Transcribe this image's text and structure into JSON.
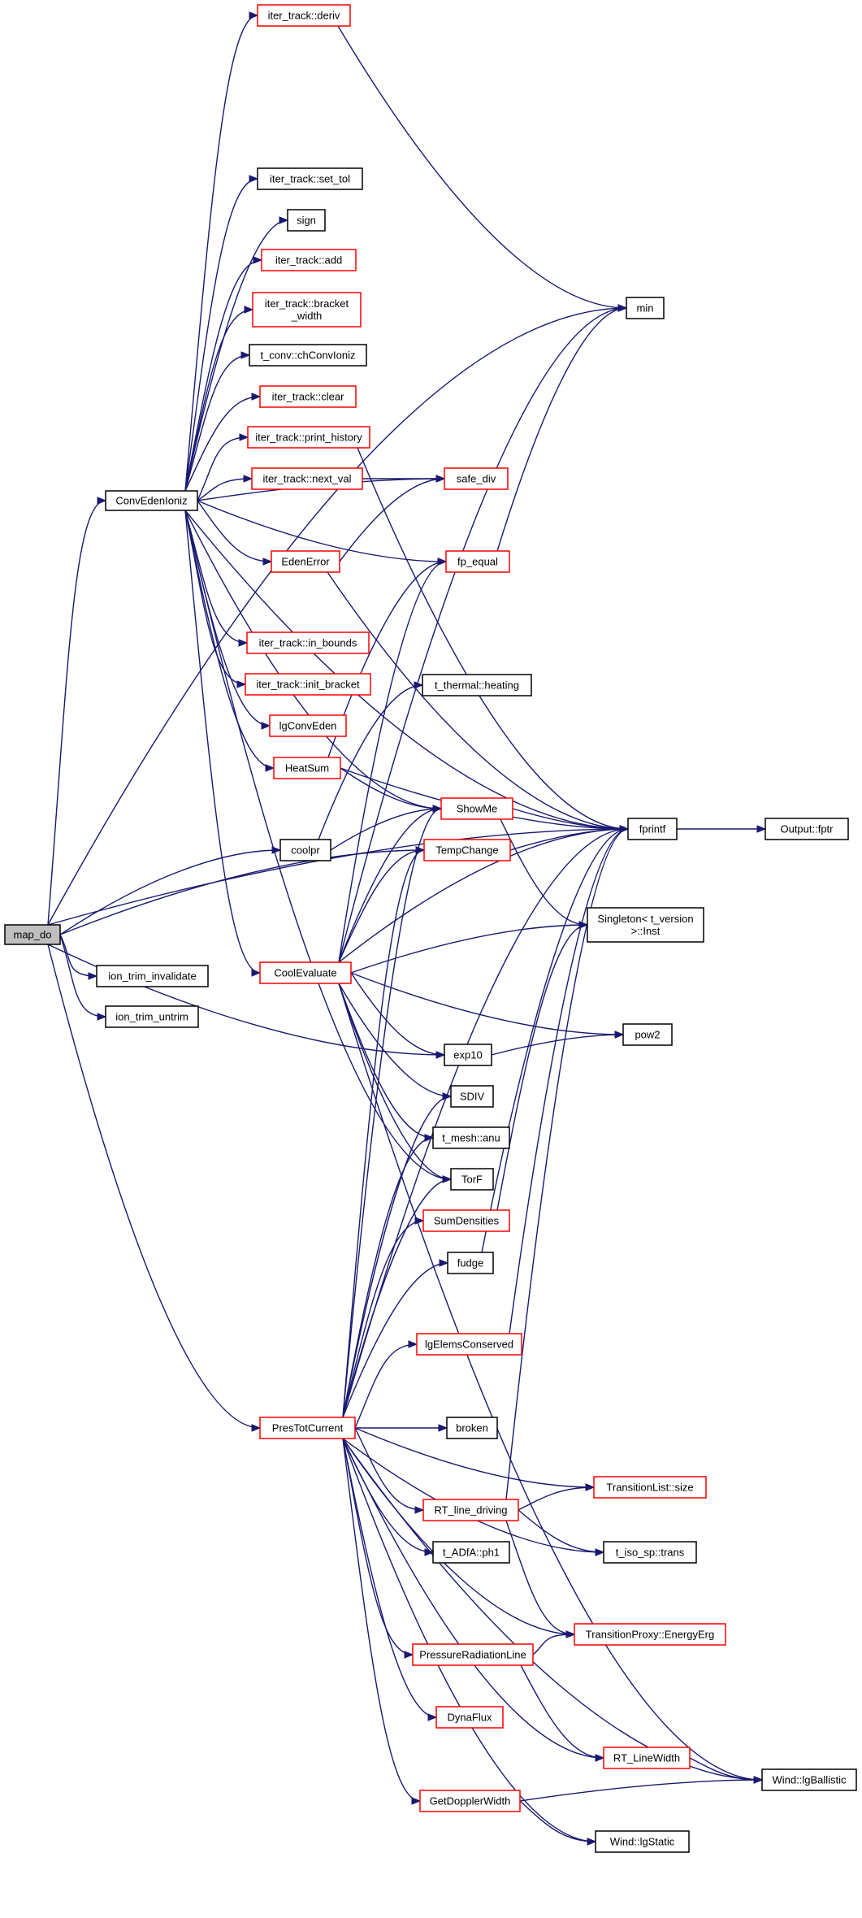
{
  "graph": {
    "nodes": [
      {
        "id": "map_do",
        "lines": [
          "map_do"
        ],
        "style": "root"
      },
      {
        "id": "iter_deriv",
        "lines": [
          "iter_track::deriv"
        ],
        "style": "red"
      },
      {
        "id": "iter_set_tol",
        "lines": [
          "iter_track::set_tol"
        ],
        "style": "black"
      },
      {
        "id": "sign",
        "lines": [
          "sign"
        ],
        "style": "black"
      },
      {
        "id": "iter_add",
        "lines": [
          "iter_track::add"
        ],
        "style": "red"
      },
      {
        "id": "iter_bracket_width",
        "lines": [
          "iter_track::bracket",
          "_width"
        ],
        "style": "red"
      },
      {
        "id": "tconv",
        "lines": [
          "t_conv::chConvIoniz"
        ],
        "style": "black"
      },
      {
        "id": "iter_clear",
        "lines": [
          "iter_track::clear"
        ],
        "style": "red"
      },
      {
        "id": "iter_print_history",
        "lines": [
          "iter_track::print_history"
        ],
        "style": "red"
      },
      {
        "id": "iter_next_val",
        "lines": [
          "iter_track::next_val"
        ],
        "style": "red"
      },
      {
        "id": "ConvEdenIoniz",
        "lines": [
          "ConvEdenIoniz"
        ],
        "style": "black"
      },
      {
        "id": "EdenError",
        "lines": [
          "EdenError"
        ],
        "style": "red"
      },
      {
        "id": "iter_in_bounds",
        "lines": [
          "iter_track::in_bounds"
        ],
        "style": "red"
      },
      {
        "id": "iter_init_bracket",
        "lines": [
          "iter_track::init_bracket"
        ],
        "style": "red"
      },
      {
        "id": "lgConvEden",
        "lines": [
          "lgConvEden"
        ],
        "style": "red"
      },
      {
        "id": "HeatSum",
        "lines": [
          "HeatSum"
        ],
        "style": "red"
      },
      {
        "id": "coolpr",
        "lines": [
          "coolpr"
        ],
        "style": "black"
      },
      {
        "id": "ion_trim_invalidate",
        "lines": [
          "ion_trim_invalidate"
        ],
        "style": "black"
      },
      {
        "id": "ion_trim_untrim",
        "lines": [
          "ion_trim_untrim"
        ],
        "style": "black"
      },
      {
        "id": "CoolEvaluate",
        "lines": [
          "CoolEvaluate"
        ],
        "style": "red"
      },
      {
        "id": "PresTotCurrent",
        "lines": [
          "PresTotCurrent"
        ],
        "style": "red"
      },
      {
        "id": "min",
        "lines": [
          "min"
        ],
        "style": "black"
      },
      {
        "id": "safe_div",
        "lines": [
          "safe_div"
        ],
        "style": "red"
      },
      {
        "id": "fp_equal",
        "lines": [
          "fp_equal"
        ],
        "style": "red"
      },
      {
        "id": "t_thermal_heating",
        "lines": [
          "t_thermal::heating"
        ],
        "style": "black"
      },
      {
        "id": "ShowMe",
        "lines": [
          "ShowMe"
        ],
        "style": "red"
      },
      {
        "id": "TempChange",
        "lines": [
          "TempChange"
        ],
        "style": "red"
      },
      {
        "id": "fprintf",
        "lines": [
          "fprintf"
        ],
        "style": "black"
      },
      {
        "id": "Output_fptr",
        "lines": [
          "Output::fptr"
        ],
        "style": "black"
      },
      {
        "id": "Singleton",
        "lines": [
          "Singleton< t_version",
          ">::Inst"
        ],
        "style": "black"
      },
      {
        "id": "exp10",
        "lines": [
          "exp10"
        ],
        "style": "black"
      },
      {
        "id": "pow2",
        "lines": [
          "pow2"
        ],
        "style": "black"
      },
      {
        "id": "SDIV",
        "lines": [
          "SDIV"
        ],
        "style": "black"
      },
      {
        "id": "t_mesh_anu",
        "lines": [
          "t_mesh::anu"
        ],
        "style": "black"
      },
      {
        "id": "TorF",
        "lines": [
          "TorF"
        ],
        "style": "black"
      },
      {
        "id": "SumDensities",
        "lines": [
          "SumDensities"
        ],
        "style": "red"
      },
      {
        "id": "fudge",
        "lines": [
          "fudge"
        ],
        "style": "black"
      },
      {
        "id": "lgElemsConserved",
        "lines": [
          "lgElemsConserved"
        ],
        "style": "red"
      },
      {
        "id": "broken",
        "lines": [
          "broken"
        ],
        "style": "black"
      },
      {
        "id": "TransitionList_size",
        "lines": [
          "TransitionList::size"
        ],
        "style": "red"
      },
      {
        "id": "RT_line_driving",
        "lines": [
          "RT_line_driving"
        ],
        "style": "red"
      },
      {
        "id": "t_ADfA_ph1",
        "lines": [
          "t_ADfA::ph1"
        ],
        "style": "black"
      },
      {
        "id": "t_iso_sp_trans",
        "lines": [
          "t_iso_sp::trans"
        ],
        "style": "black"
      },
      {
        "id": "TransitionProxy_EnergyErg",
        "lines": [
          "TransitionProxy::EnergyErg"
        ],
        "style": "red"
      },
      {
        "id": "PressureRadiationLine",
        "lines": [
          "PressureRadiationLine"
        ],
        "style": "red"
      },
      {
        "id": "DynaFlux",
        "lines": [
          "DynaFlux"
        ],
        "style": "red"
      },
      {
        "id": "RT_LineWidth",
        "lines": [
          "RT_LineWidth"
        ],
        "style": "red"
      },
      {
        "id": "Wind_lgBallistic",
        "lines": [
          "Wind::lgBallistic"
        ],
        "style": "black"
      },
      {
        "id": "GetDopplerWidth",
        "lines": [
          "GetDopplerWidth"
        ],
        "style": "red"
      },
      {
        "id": "Wind_lgStatic",
        "lines": [
          "Wind::lgStatic"
        ],
        "style": "black"
      }
    ],
    "edges": [
      [
        "map_do",
        "ConvEdenIoniz"
      ],
      [
        "map_do",
        "min"
      ],
      [
        "map_do",
        "fprintf"
      ],
      [
        "map_do",
        "coolpr"
      ],
      [
        "map_do",
        "TempChange"
      ],
      [
        "map_do",
        "ion_trim_invalidate"
      ],
      [
        "map_do",
        "ion_trim_untrim"
      ],
      [
        "map_do",
        "exp10"
      ],
      [
        "map_do",
        "PresTotCurrent"
      ],
      [
        "ConvEdenIoniz",
        "iter_deriv"
      ],
      [
        "ConvEdenIoniz",
        "iter_set_tol"
      ],
      [
        "ConvEdenIoniz",
        "sign"
      ],
      [
        "ConvEdenIoniz",
        "iter_add"
      ],
      [
        "ConvEdenIoniz",
        "iter_bracket_width"
      ],
      [
        "ConvEdenIoniz",
        "tconv"
      ],
      [
        "ConvEdenIoniz",
        "iter_clear"
      ],
      [
        "ConvEdenIoniz",
        "iter_print_history"
      ],
      [
        "ConvEdenIoniz",
        "iter_next_val"
      ],
      [
        "ConvEdenIoniz",
        "safe_div"
      ],
      [
        "ConvEdenIoniz",
        "EdenError"
      ],
      [
        "ConvEdenIoniz",
        "fp_equal"
      ],
      [
        "ConvEdenIoniz",
        "fprintf"
      ],
      [
        "ConvEdenIoniz",
        "iter_in_bounds"
      ],
      [
        "ConvEdenIoniz",
        "iter_init_bracket"
      ],
      [
        "ConvEdenIoniz",
        "lgConvEden"
      ],
      [
        "ConvEdenIoniz",
        "HeatSum"
      ],
      [
        "ConvEdenIoniz",
        "ShowMe"
      ],
      [
        "ConvEdenIoniz",
        "CoolEvaluate"
      ],
      [
        "ConvEdenIoniz",
        "TorF"
      ],
      [
        "iter_deriv",
        "min"
      ],
      [
        "iter_print_history",
        "fprintf"
      ],
      [
        "iter_next_val",
        "safe_div"
      ],
      [
        "EdenError",
        "safe_div"
      ],
      [
        "EdenError",
        "fprintf"
      ],
      [
        "fp_equal",
        "min"
      ],
      [
        "HeatSum",
        "fp_equal"
      ],
      [
        "HeatSum",
        "fprintf"
      ],
      [
        "HeatSum",
        "ShowMe"
      ],
      [
        "coolpr",
        "t_thermal_heating"
      ],
      [
        "coolpr",
        "ShowMe"
      ],
      [
        "ShowMe",
        "fprintf"
      ],
      [
        "ShowMe",
        "Singleton"
      ],
      [
        "TempChange",
        "fprintf"
      ],
      [
        "fprintf",
        "Output_fptr"
      ],
      [
        "CoolEvaluate",
        "fp_equal"
      ],
      [
        "CoolEvaluate",
        "min"
      ],
      [
        "CoolEvaluate",
        "ShowMe"
      ],
      [
        "CoolEvaluate",
        "TempChange"
      ],
      [
        "CoolEvaluate",
        "fprintf"
      ],
      [
        "CoolEvaluate",
        "Singleton"
      ],
      [
        "CoolEvaluate",
        "pow2"
      ],
      [
        "CoolEvaluate",
        "exp10"
      ],
      [
        "CoolEvaluate",
        "SDIV"
      ],
      [
        "CoolEvaluate",
        "t_mesh_anu"
      ],
      [
        "CoolEvaluate",
        "TorF"
      ],
      [
        "CoolEvaluate",
        "Wind_lgBallistic"
      ],
      [
        "exp10",
        "pow2"
      ],
      [
        "SumDensities",
        "Singleton"
      ],
      [
        "fudge",
        "fprintf"
      ],
      [
        "lgElemsConserved",
        "fprintf"
      ],
      [
        "PresTotCurrent",
        "ShowMe"
      ],
      [
        "PresTotCurrent",
        "TempChange"
      ],
      [
        "PresTotCurrent",
        "SDIV"
      ],
      [
        "PresTotCurrent",
        "t_mesh_anu"
      ],
      [
        "PresTotCurrent",
        "TorF"
      ],
      [
        "PresTotCurrent",
        "SumDensities"
      ],
      [
        "PresTotCurrent",
        "fudge"
      ],
      [
        "PresTotCurrent",
        "lgElemsConserved"
      ],
      [
        "PresTotCurrent",
        "broken"
      ],
      [
        "PresTotCurrent",
        "TransitionList_size"
      ],
      [
        "PresTotCurrent",
        "RT_line_driving"
      ],
      [
        "PresTotCurrent",
        "t_ADfA_ph1"
      ],
      [
        "PresTotCurrent",
        "t_iso_sp_trans"
      ],
      [
        "PresTotCurrent",
        "TransitionProxy_EnergyErg"
      ],
      [
        "PresTotCurrent",
        "PressureRadiationLine"
      ],
      [
        "PresTotCurrent",
        "DynaFlux"
      ],
      [
        "PresTotCurrent",
        "RT_LineWidth"
      ],
      [
        "PresTotCurrent",
        "GetDopplerWidth"
      ],
      [
        "PresTotCurrent",
        "Wind_lgStatic"
      ],
      [
        "PresTotCurrent",
        "Wind_lgBallistic"
      ],
      [
        "PresTotCurrent",
        "fprintf"
      ],
      [
        "RT_line_driving",
        "fprintf"
      ],
      [
        "RT_line_driving",
        "TransitionList_size"
      ],
      [
        "RT_line_driving",
        "t_iso_sp_trans"
      ],
      [
        "RT_line_driving",
        "TransitionProxy_EnergyErg"
      ],
      [
        "PressureRadiationLine",
        "TransitionProxy_EnergyErg"
      ],
      [
        "PressureRadiationLine",
        "RT_LineWidth"
      ],
      [
        "RT_LineWidth",
        "Wind_lgBallistic"
      ],
      [
        "GetDopplerWidth",
        "Wind_lgBallistic"
      ],
      [
        "GetDopplerWidth",
        "Wind_lgStatic"
      ]
    ]
  }
}
